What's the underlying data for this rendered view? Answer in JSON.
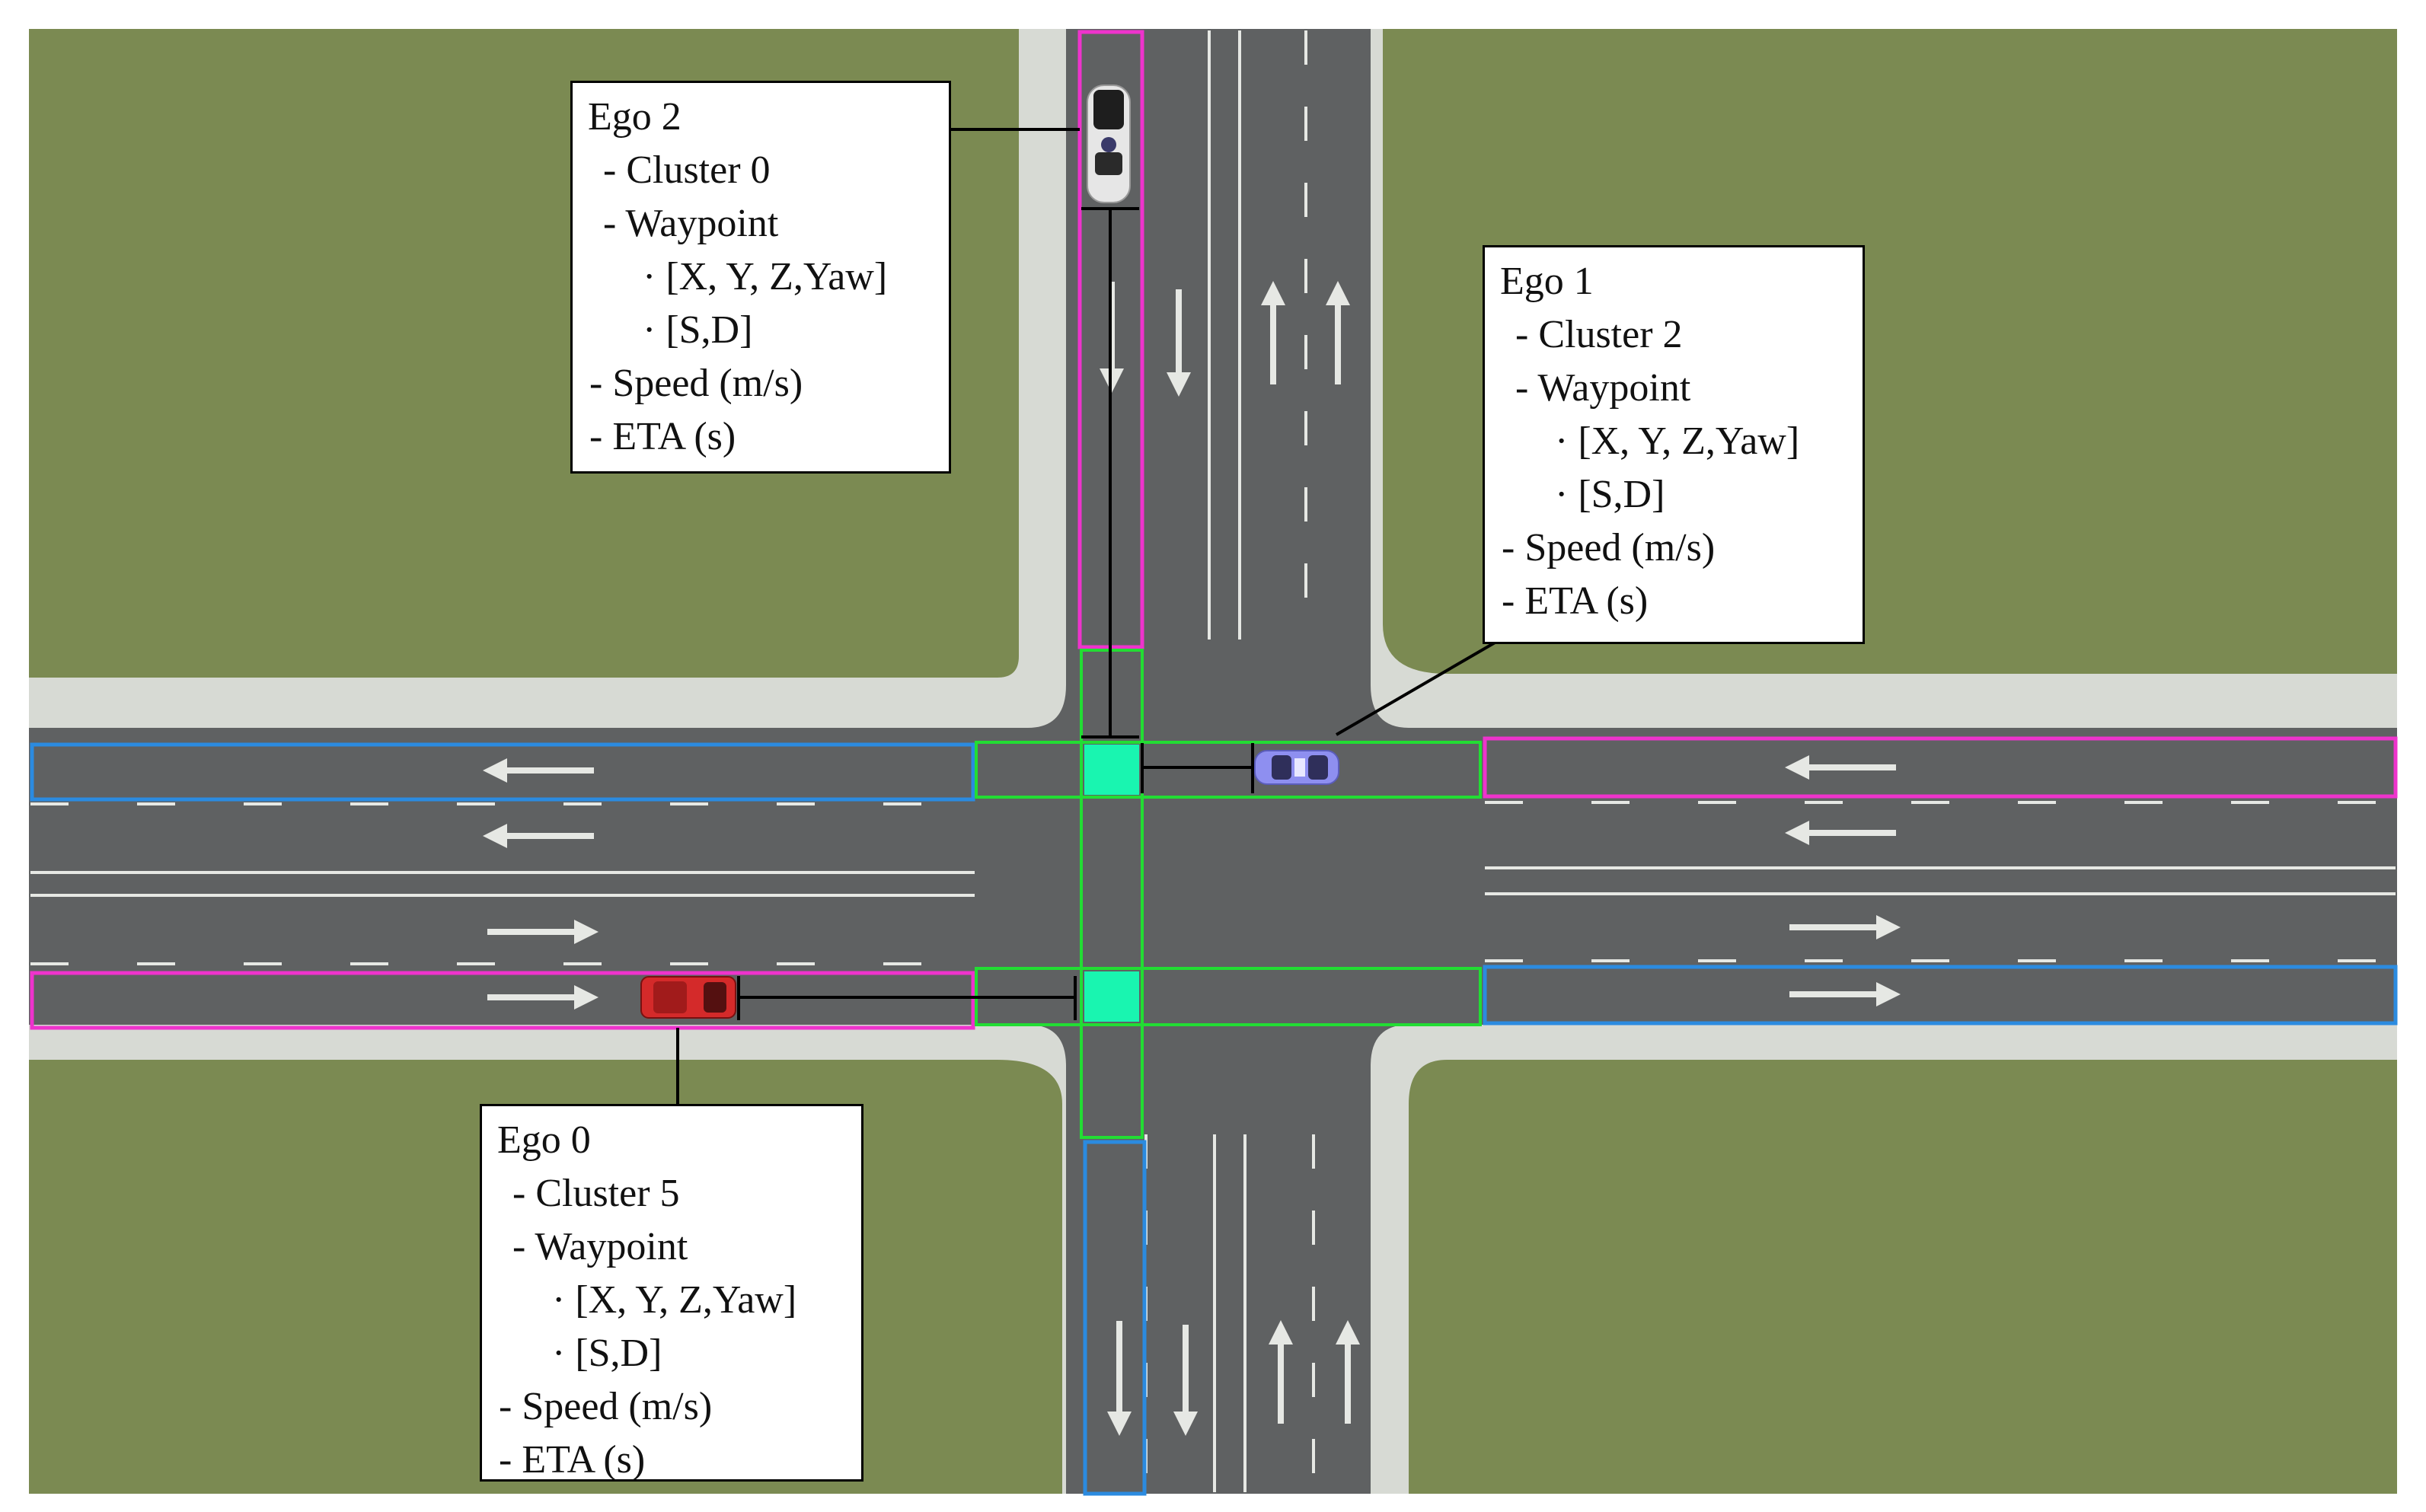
{
  "colors": {
    "grass": "#7b8a52",
    "sidewalk": "#d7dad4",
    "road": "#5f6162",
    "lane_marking": "#e6e8e4",
    "in_lane_box": "#ee33cc",
    "out_lane_box": "#2b8be0",
    "junction_box": "#22dd33",
    "conflict_point": "#19f5b0",
    "leader_line": "#000000",
    "ego0_car": "#d42a2a",
    "ego1_car": "#8e8ff0",
    "ego2_car": "#e6e6e6"
  },
  "icons": {
    "ego0": "red-car-icon",
    "ego1": "purple-car-icon",
    "ego2": "white-car-icon",
    "lane_arrow": "lane-direction-arrow-icon"
  },
  "labels": {
    "ego2": {
      "title": "Ego 2",
      "cluster": "- Cluster 0",
      "waypoint": "- Waypoint",
      "xyz": "· [X, Y, Z,Yaw]",
      "sd": "· [S,D]",
      "speed": "- Speed (m/s)",
      "eta": "- ETA (s)"
    },
    "ego1": {
      "title": "Ego 1",
      "cluster": "- Cluster 2",
      "waypoint": "- Waypoint",
      "xyz": "· [X, Y, Z,Yaw]",
      "sd": "· [S,D]",
      "speed": "- Speed (m/s)",
      "eta": "- ETA (s)"
    },
    "ego0": {
      "title": "Ego 0",
      "cluster": "- Cluster 5",
      "waypoint": "- Waypoint",
      "xyz": "· [X, Y, Z,Yaw]",
      "sd": "· [S,D]",
      "speed": "- Speed (m/s)",
      "eta": "- ETA (s)"
    }
  }
}
